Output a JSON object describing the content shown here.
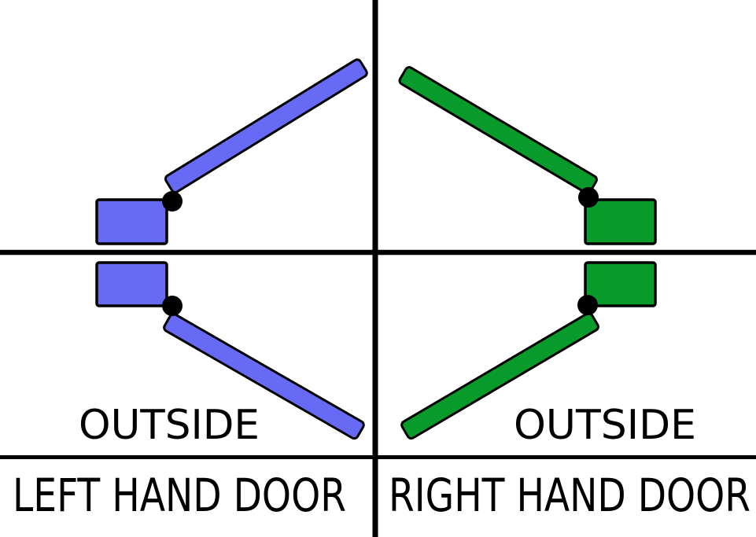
{
  "diagram": {
    "left_panel": {
      "outside_label": "OUTSIDE",
      "caption": "LEFT HAND DOOR"
    },
    "right_panel": {
      "outside_label": "OUTSIDE",
      "caption": "RIGHT HAND DOOR"
    }
  },
  "colors": {
    "left_door": "#666af5",
    "right_door": "#089a2b",
    "outline": "#000000",
    "divider_line": "#000000",
    "hinge": "#000000",
    "text": "#000000",
    "background": "#ffffff"
  }
}
